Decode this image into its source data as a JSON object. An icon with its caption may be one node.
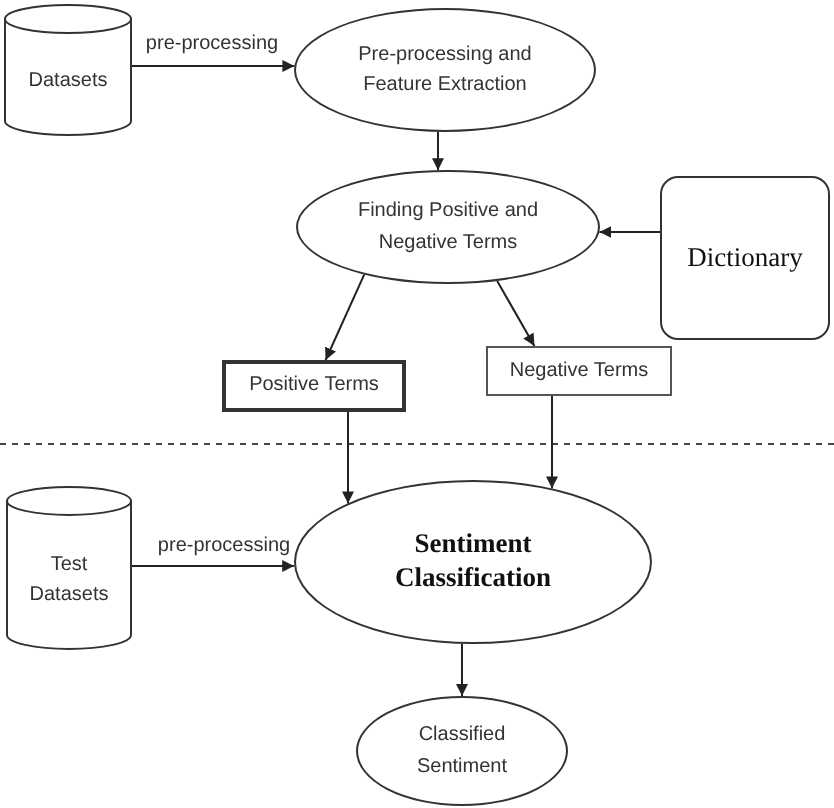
{
  "diagram": {
    "nodes": [
      {
        "text": [
          "Datasets"
        ]
      },
      {
        "text": [
          "Pre-processing and Feature Extraction"
        ]
      },
      {
        "text": [
          "Finding Positive and Negative Terms"
        ]
      },
      {
        "text": [
          "Dictionary"
        ]
      },
      {
        "text": [
          "Positive Terms"
        ]
      },
      {
        "text": [
          "Negative Terms"
        ]
      },
      {
        "text": [
          "Test Datasets"
        ]
      },
      {
        "text": [
          "Sentiment Classification"
        ]
      },
      {
        "text": [
          "Classified Sentiment"
        ]
      }
    ],
    "edges": [
      {
        "from": 0,
        "to": 1,
        "arrow": "to",
        "label": "pre-processing"
      },
      {
        "from": 1,
        "to": 2,
        "arrow": "to"
      },
      {
        "from": 3,
        "to": 2,
        "arrow": "to"
      },
      {
        "from": 2,
        "to": 4,
        "arrow": "to"
      },
      {
        "from": 2,
        "to": 5,
        "arrow": "to"
      },
      {
        "from": 4,
        "to": 7,
        "arrow": "to"
      },
      {
        "from": 5,
        "to": 7,
        "arrow": "to"
      },
      {
        "from": 6,
        "to": 7,
        "arrow": "to",
        "label": "pre-processing"
      },
      {
        "from": 7,
        "to": 8,
        "arrow": "to"
      }
    ]
  }
}
